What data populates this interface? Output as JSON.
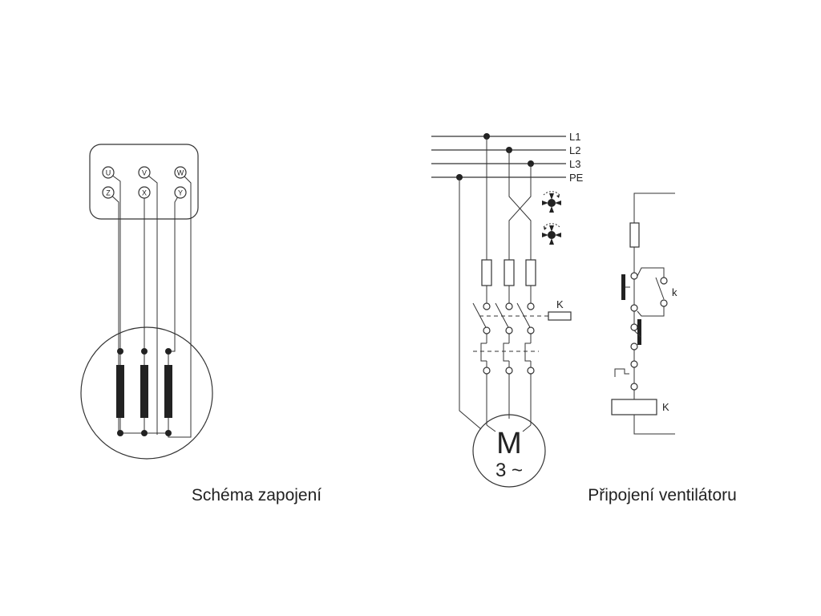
{
  "left": {
    "terminals": {
      "u": "U",
      "v": "V",
      "w": "W",
      "z": "Z",
      "x": "X",
      "y": "Y"
    },
    "caption": "Schéma zapojení"
  },
  "right": {
    "lines": {
      "l1": "L1",
      "l2": "L2",
      "l3": "L3",
      "pe": "PE"
    },
    "contactor_label": "K",
    "aux_contact_label": "k",
    "coil_label": "K",
    "motor_letter": "M",
    "motor_phase": "3 ~",
    "caption": "Připojení ventilátoru"
  },
  "colors": {
    "ink": "#333333",
    "background": "#ffffff"
  },
  "icons": [
    "rotation-cw-fan-icon",
    "rotation-ccw-fan-icon"
  ]
}
